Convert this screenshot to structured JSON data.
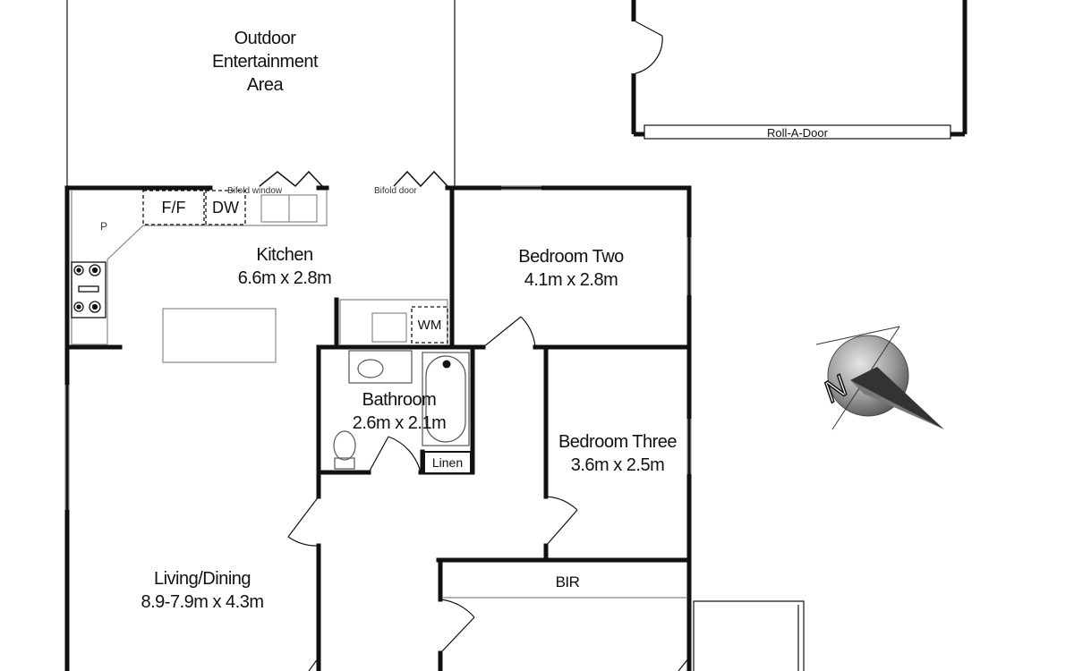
{
  "rooms": {
    "outdoor": {
      "line1": "Outdoor",
      "line2": "Entertainment",
      "line3": "Area"
    },
    "kitchen": {
      "name": "Kitchen",
      "dims": "6.6m x 2.8m"
    },
    "bedroom_two": {
      "name": "Bedroom Two",
      "dims": "4.1m x 2.8m"
    },
    "bathroom": {
      "name": "Bathroom",
      "dims": "2.6m x 2.1m"
    },
    "bedroom_three": {
      "name": "Bedroom Three",
      "dims": "3.6m x 2.5m"
    },
    "living": {
      "name": "Living/Dining",
      "dims": "8.9-7.9m x 4.3m"
    },
    "bir": {
      "name": "BIR"
    },
    "linen": {
      "name": "Linen"
    }
  },
  "fixtures": {
    "fridge": "F/F",
    "dishwasher": "DW",
    "washing_machine": "WM",
    "pantry": "P",
    "bifold_window": "Bifold window",
    "bifold_door": "Bifold door",
    "garage_door": "Roll-A-Door"
  },
  "compass": {
    "letter": "N"
  },
  "colors": {
    "wall": "#111111",
    "fixture": "#888888",
    "background": "#ffffff"
  }
}
